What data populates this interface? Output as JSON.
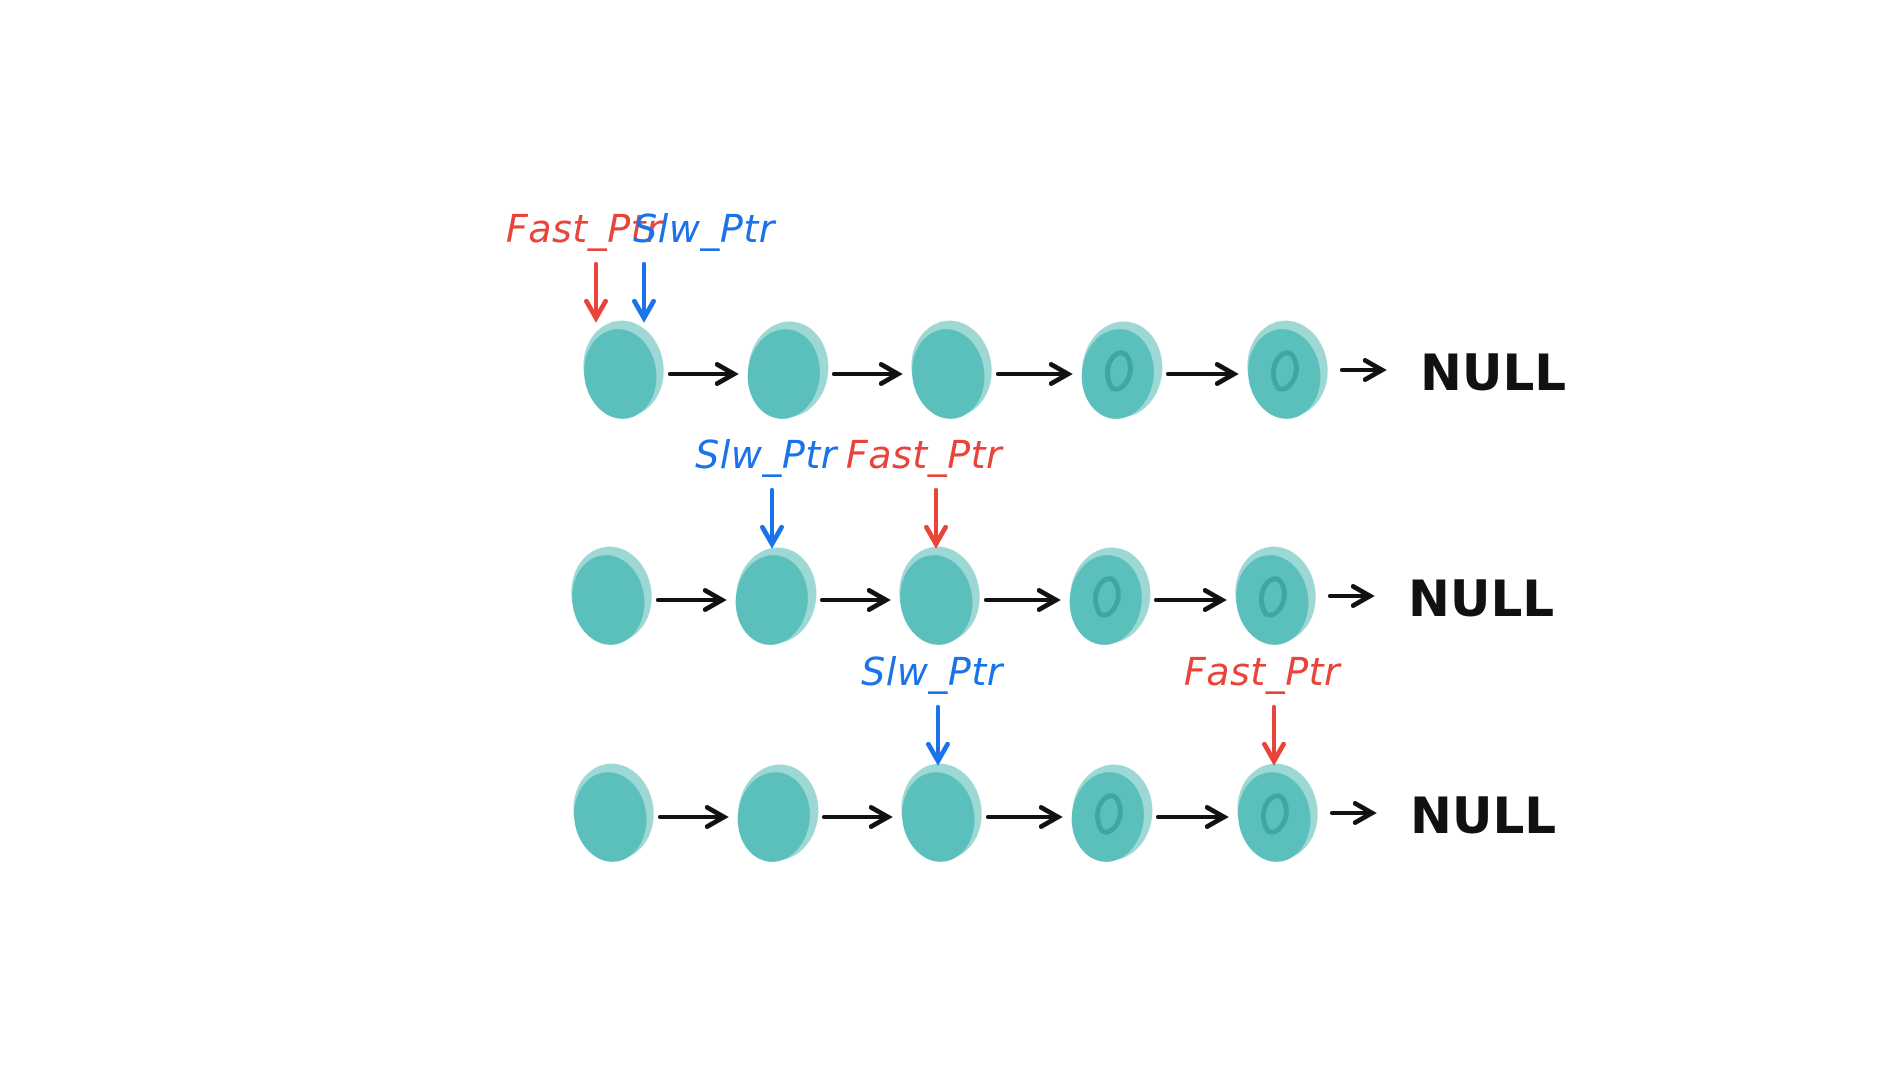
{
  "diagram": {
    "null_label": "NULL",
    "colors": {
      "node": "#5bc0bb",
      "node_halo": "#9dd8d5",
      "node_swirl": "#3ea7a2",
      "arrow": "#111111",
      "fast": "#e8443a",
      "slow": "#1a73e8"
    },
    "rows": [
      {
        "nodes": 5,
        "fast_ptr": {
          "label": "Fast_Ptr",
          "node": 0
        },
        "slow_ptr": {
          "label": "Slw_Ptr",
          "node": 0
        }
      },
      {
        "nodes": 5,
        "fast_ptr": {
          "label": "Fast_Ptr",
          "node": 2
        },
        "slow_ptr": {
          "label": "Slw_Ptr",
          "node": 1
        }
      },
      {
        "nodes": 5,
        "fast_ptr": {
          "label": "Fast_Ptr",
          "node": 4
        },
        "slow_ptr": {
          "label": "Slw_Ptr",
          "node": 2
        }
      }
    ]
  }
}
